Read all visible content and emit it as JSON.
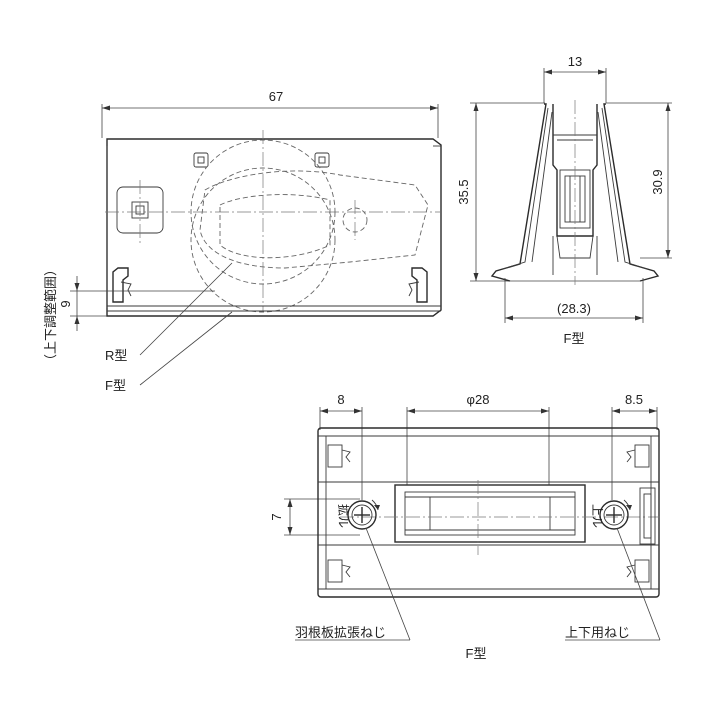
{
  "front_view": {
    "width_dim": "67",
    "adjust_dim": "9",
    "adjust_range_label": "（上下調整範囲）",
    "r_type_label": "R型",
    "f_type_label": "F型"
  },
  "side_view": {
    "top_width_dim": "13",
    "height_dim": "35.5",
    "inner_height_dim": "30.9",
    "bottom_width_dim": "(28.3)",
    "caption": "F型"
  },
  "bottom_view": {
    "left_offset_dim": "8",
    "diameter_dim": "φ28",
    "right_offset_dim": "8.5",
    "screw_height_dim": "7",
    "left_screw_marking": "拡ル",
    "right_screw_marking": "上ル",
    "slat_expansion_screw_label": "羽根板拡張ねじ",
    "vertical_adjust_screw_label": "上下用ねじ",
    "caption": "F型"
  }
}
